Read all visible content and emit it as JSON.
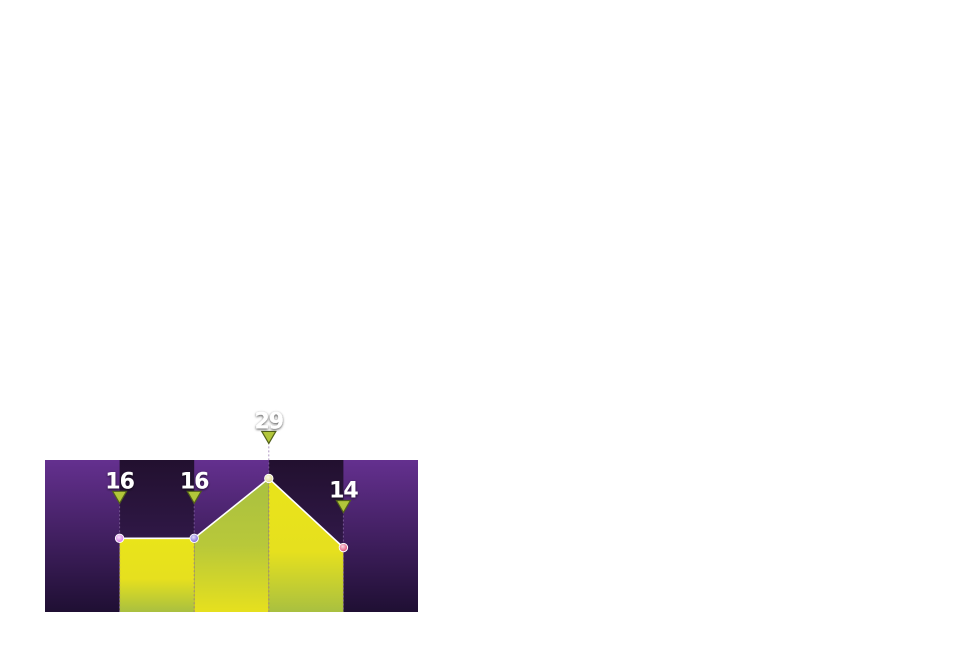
{
  "chart_data": {
    "type": "area",
    "categories": [
      "",
      "",
      "",
      ""
    ],
    "values": [
      16,
      16,
      29,
      14
    ],
    "title": "",
    "xlabel": "",
    "ylabel": "",
    "ylim": [
      0,
      33
    ],
    "grid": false,
    "legend": "none",
    "colors": {
      "background_dark": "#1f0f33",
      "background_light": "#64308f",
      "column_dark": "#2a1540",
      "area_yellow": "#e6e01e",
      "area_green": "#a9c040",
      "line": "#ffffff",
      "marker_fill": "#b2c63a",
      "marker_stroke": "#52611a",
      "label_text": "#ffffff",
      "point_colors": [
        "#d77ae8",
        "#7f6ae0",
        "#e3dc90",
        "#e0507a"
      ]
    }
  }
}
